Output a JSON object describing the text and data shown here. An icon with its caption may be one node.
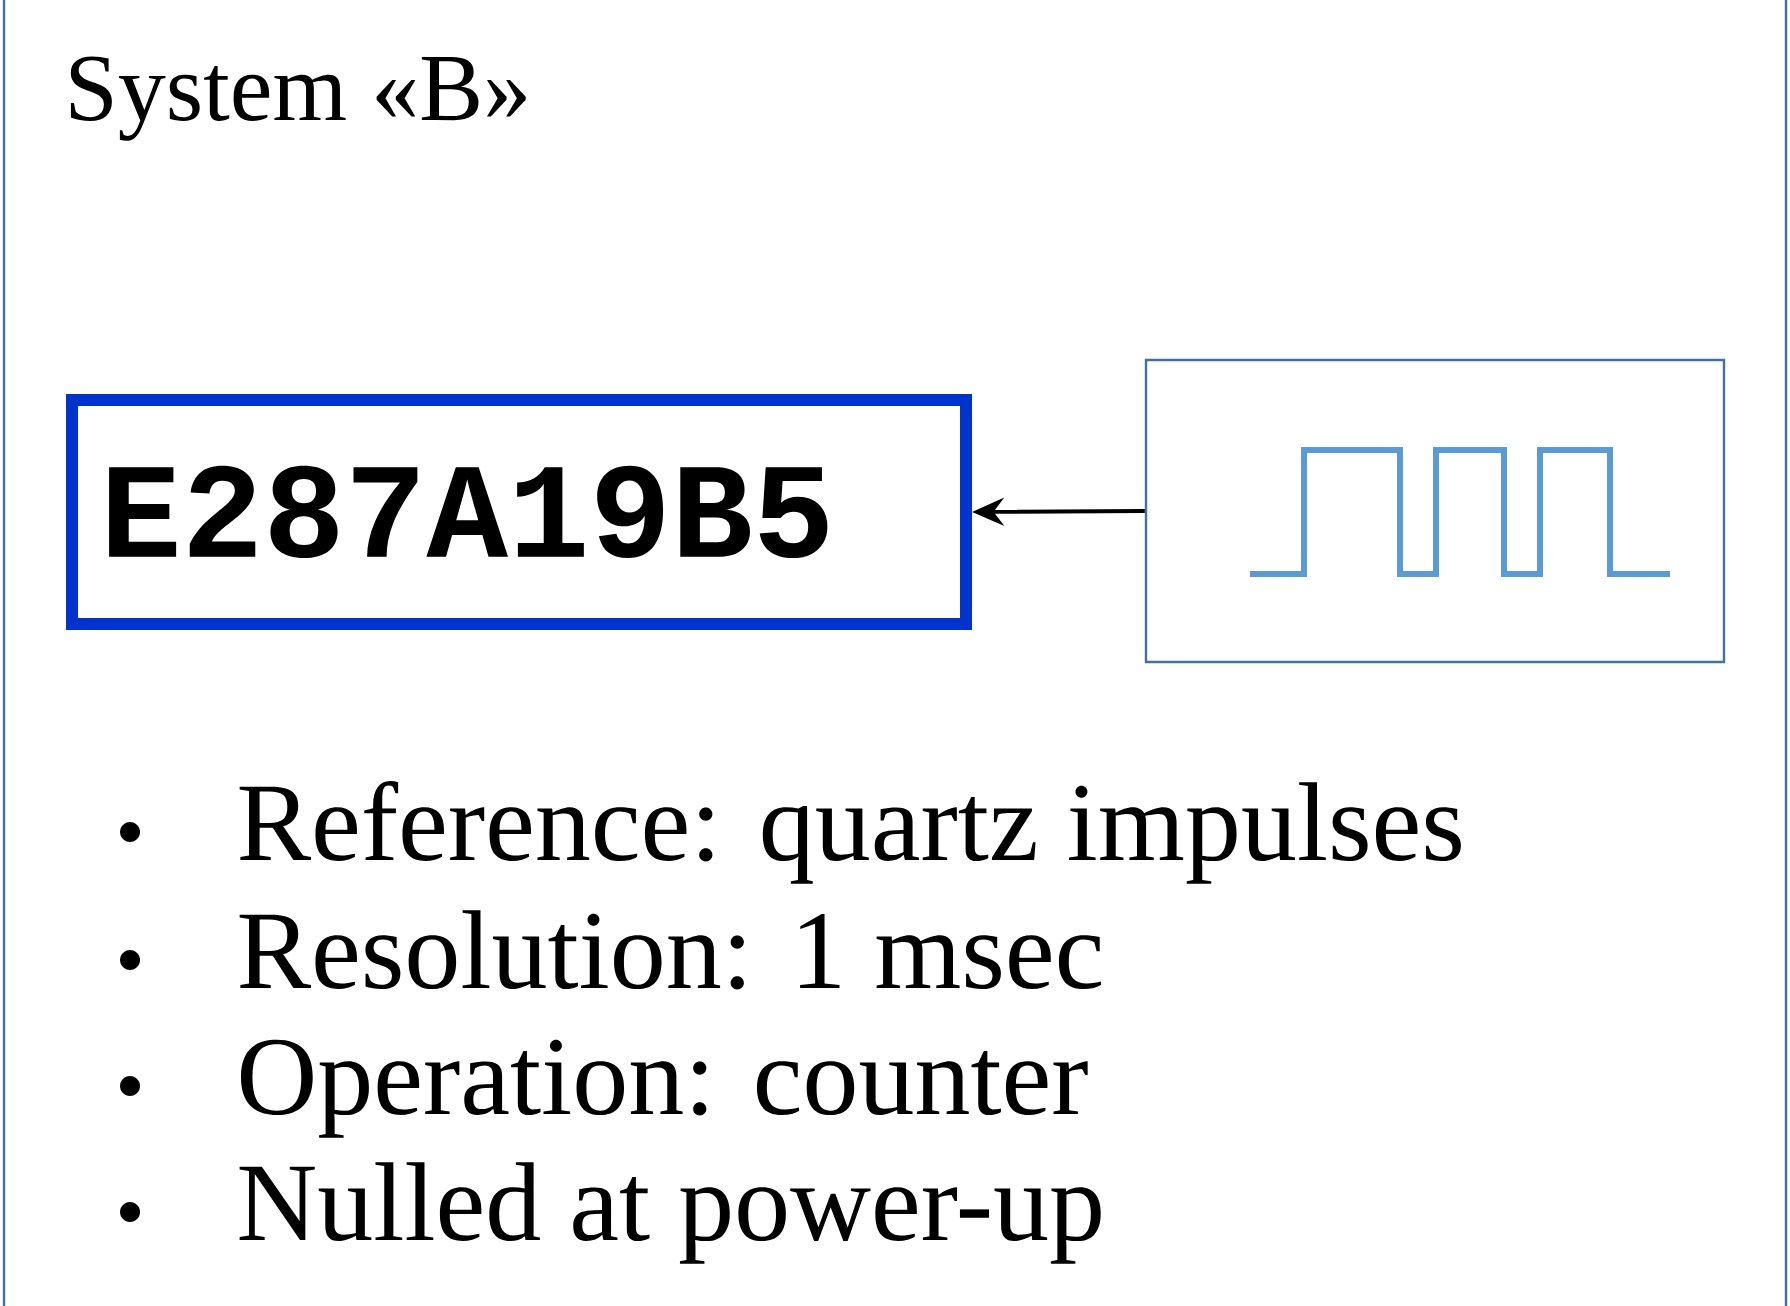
{
  "diagram": {
    "nodes": [
      {
        "text": [
          "System «B»",
          "Reference: quartz impulses",
          "Resolution: 1 msec",
          "Operation: counter",
          "Nulled at power-up"
        ]
      },
      {
        "text": [
          "E287A19B5"
        ],
        "in": 0
      },
      {
        "text": [],
        "shape": "box",
        "in": 0
      }
    ],
    "edges": [
      {
        "from": 2,
        "to": 1,
        "arrow": "to"
      }
    ]
  }
}
